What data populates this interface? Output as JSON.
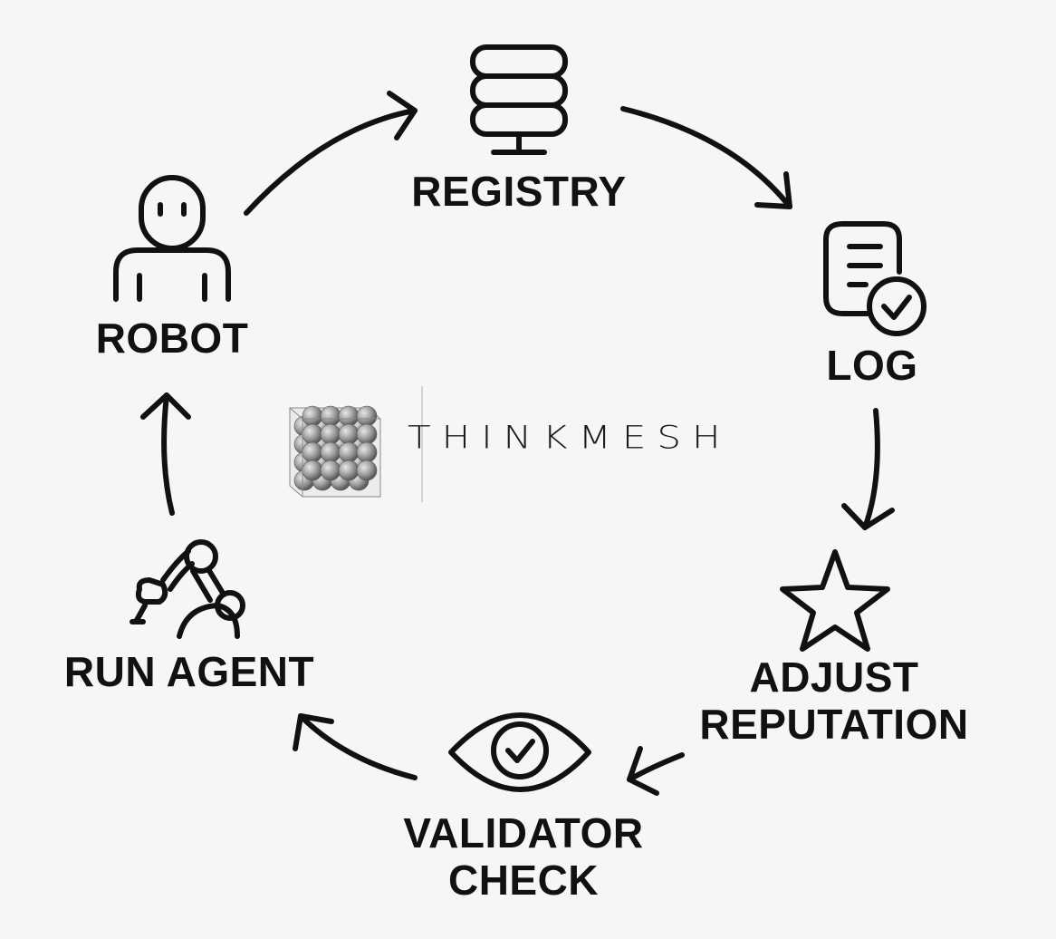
{
  "brand": {
    "name": "THINKMESH"
  },
  "nodes": {
    "registry": {
      "label": "REGISTRY",
      "icon": "server-icon"
    },
    "log": {
      "label": "LOG",
      "icon": "document-check-icon"
    },
    "adjust": {
      "label_line1": "ADJUST",
      "label_line2": "REPUTATION",
      "icon": "star-icon"
    },
    "validator": {
      "label_line1": "VALIDATOR",
      "label_line2": "CHECK",
      "icon": "eye-check-icon"
    },
    "run_agent": {
      "label": "RUN AGENT",
      "icon": "robotic-arm-icon"
    },
    "robot": {
      "label": "ROBOT",
      "icon": "robot-icon"
    }
  },
  "colors": {
    "ink": "#111111",
    "background": "#f6f6f6",
    "logo_sphere": "#9a9a9a"
  }
}
